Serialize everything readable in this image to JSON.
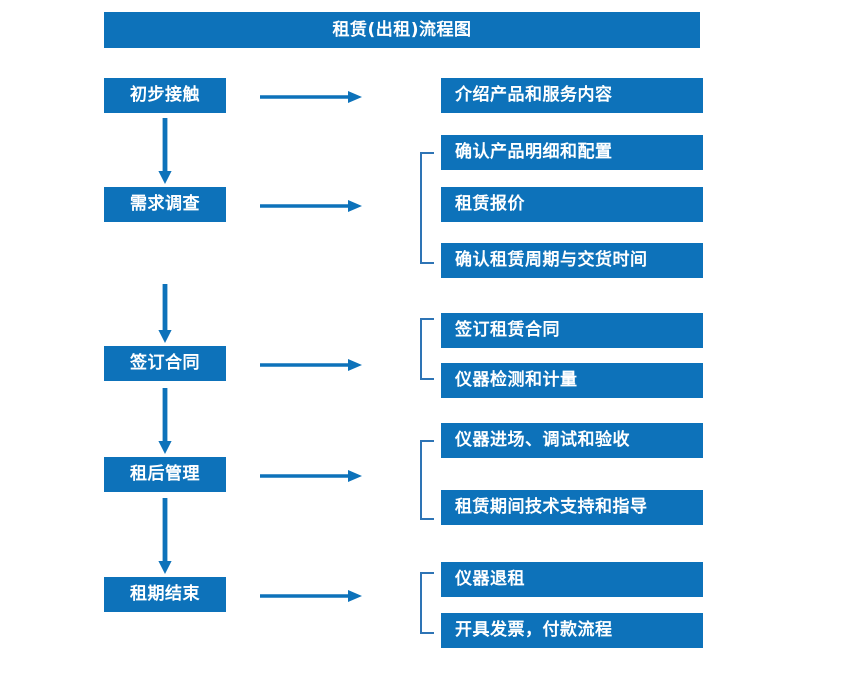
{
  "title": "租赁(出租)流程图",
  "colors": {
    "primary_blue": "#0D72BA",
    "bracket_blue": "#2E74B5",
    "arrow_blue": "#0D72BA",
    "background": "#FFFFFF",
    "box_text": "#FFFFFF"
  },
  "stages": [
    {
      "label": "初步接触"
    },
    {
      "label": "需求调查"
    },
    {
      "label": "签订合同"
    },
    {
      "label": "租后管理"
    },
    {
      "label": "租期结束"
    }
  ],
  "details": [
    {
      "label": "介绍产品和服务内容"
    },
    {
      "label": "确认产品明细和配置"
    },
    {
      "label": "租赁报价"
    },
    {
      "label": "确认租赁周期与交货时间"
    },
    {
      "label": "签订租赁合同"
    },
    {
      "label": "仪器检测和计量"
    },
    {
      "label": "仪器进场、调试和验收"
    },
    {
      "label": "租赁期间技术支持和指导"
    },
    {
      "label": "仪器退租"
    },
    {
      "label": "开具发票，付款流程"
    }
  ]
}
